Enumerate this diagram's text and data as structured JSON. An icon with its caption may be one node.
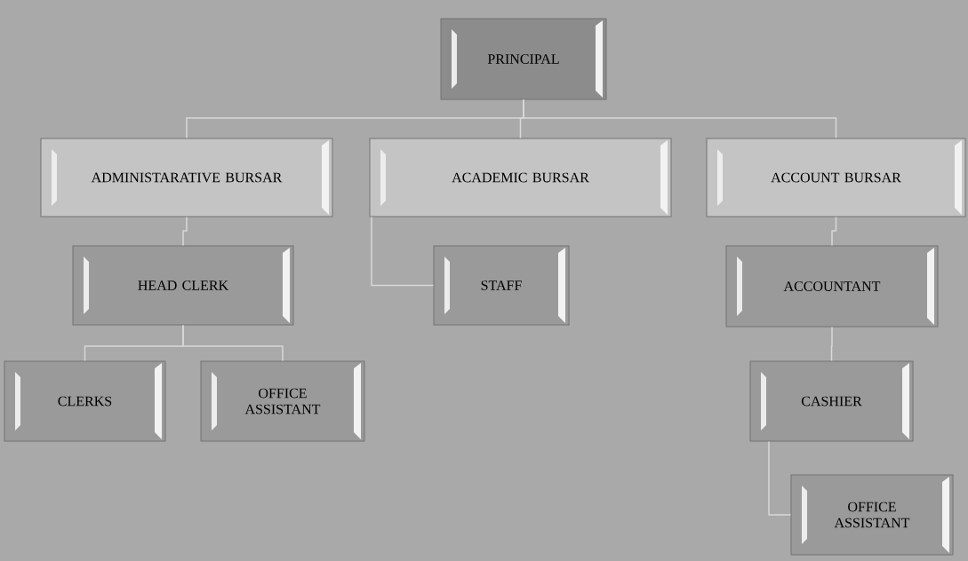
{
  "diagram": {
    "nodes": [
      {
        "text": [
          "PRINCIPAL"
        ]
      },
      {
        "text": [
          "ADMINISTARATIVE BURSAR"
        ]
      },
      {
        "text": [
          "ACADEMIC BURSAR"
        ]
      },
      {
        "text": [
          "ACCOUNT BURSAR"
        ]
      },
      {
        "text": [
          "HEAD CLERK"
        ]
      },
      {
        "text": [
          "STAFF"
        ]
      },
      {
        "text": [
          "ACCOUNTANT"
        ]
      },
      {
        "text": [
          "CLERKS"
        ]
      },
      {
        "text": [
          "OFFICE ASSISTANT"
        ]
      },
      {
        "text": [
          "CASHIER"
        ]
      },
      {
        "text": [
          "OFFICE ASSISTANT"
        ]
      }
    ],
    "edges": [
      {
        "from": 0,
        "to": 1,
        "arrow": "none"
      },
      {
        "from": 0,
        "to": 2,
        "arrow": "none"
      },
      {
        "from": 0,
        "to": 3,
        "arrow": "none"
      },
      {
        "from": 1,
        "to": 4,
        "arrow": "none"
      },
      {
        "from": 2,
        "to": 5,
        "arrow": "none"
      },
      {
        "from": 3,
        "to": 6,
        "arrow": "none"
      },
      {
        "from": 4,
        "to": 7,
        "arrow": "none"
      },
      {
        "from": 4,
        "to": 8,
        "arrow": "none"
      },
      {
        "from": 6,
        "to": 9,
        "arrow": "none"
      },
      {
        "from": 9,
        "to": 10,
        "arrow": "none"
      }
    ]
  }
}
